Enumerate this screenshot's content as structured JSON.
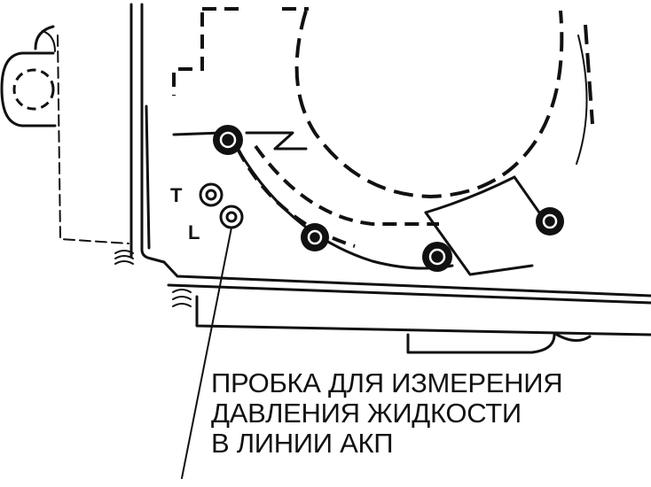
{
  "labels": {
    "port_t": "T",
    "port_l": "L"
  },
  "callout": {
    "lines": [
      "ПРОБКА ДЛЯ ИЗМЕРЕНИЯ",
      "ДАВЛЕНИЯ ЖИДКОСТИ",
      "В ЛИНИИ АКП"
    ]
  },
  "colors": {
    "ink": "#111111",
    "background": "#ffffff"
  }
}
